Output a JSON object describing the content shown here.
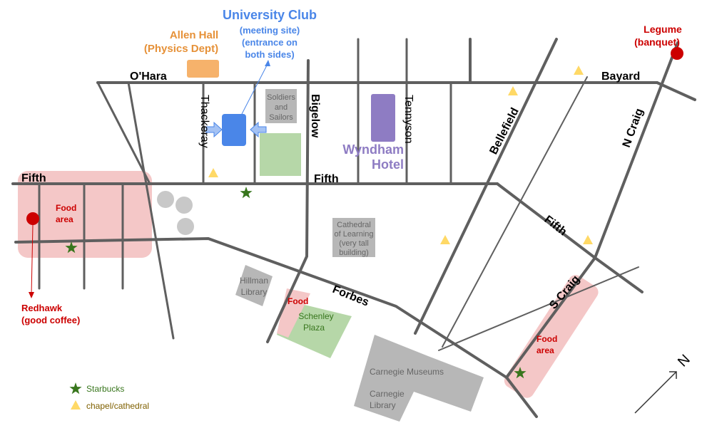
{
  "colors": {
    "road": "#5f5f5f",
    "food_area": "#f4c7c7",
    "building_gray": "#b7b7b7",
    "allen_hall": "#f6b26b",
    "university_club": "#4a86e8",
    "wyndham": "#8e7cc3",
    "green_space": "#b6d7a8",
    "red_marker": "#cc0000",
    "starbucks": "#38761d",
    "chapel": "#ffd966",
    "label_red": "#cc0000",
    "label_orange": "#e69138",
    "label_blue": "#4a86e8",
    "label_purple": "#8e7cc3",
    "label_gray": "#666666",
    "label_green": "#38761d",
    "text_dark": "#000000"
  },
  "streets": {
    "ohara": "O'Hara",
    "bayard": "Bayard",
    "fifth_west": "Fifth",
    "fifth_mid": "Fifth",
    "fifth_east": "Fifth",
    "forbes": "Forbes",
    "thackeray": "Thackeray",
    "bigelow": "Bigelow",
    "tennyson": "Tennyson",
    "bellefield": "Bellefield",
    "n_craig": "N Craig",
    "s_craig": "S Craig"
  },
  "places": {
    "university_club": {
      "title": "University Club",
      "line1": "(meeting site)",
      "line2": "(entrance on",
      "line3": "both sides)"
    },
    "allen_hall": {
      "line1": "Allen Hall",
      "line2": "(Physics Dept)"
    },
    "legume": {
      "line1": "Legume",
      "line2": "(banquet)"
    },
    "redhawk": {
      "line1": "Redhawk",
      "line2": "(good coffee)"
    },
    "wyndham": {
      "line1": "Wyndham",
      "line2": "Hotel"
    },
    "soldiers_sailors": {
      "line1": "Soldiers",
      "line2": "and",
      "line3": "Sailors"
    },
    "cathedral_of_learning": {
      "line1": "Cathedral",
      "line2": "of Learning",
      "line3": "(very tall",
      "line4": "building)"
    },
    "hillman_library": {
      "line1": "Hillman",
      "line2": "Library"
    },
    "schenley_plaza": {
      "line1": "Schenley",
      "line2": "Plaza"
    },
    "carnegie_museums": "Carnegie Museums",
    "carnegie_library": {
      "line1": "Carnegie",
      "line2": "Library"
    },
    "food_west": {
      "line1": "Food",
      "line2": "area"
    },
    "food_plaza": "Food",
    "food_east": {
      "line1": "Food",
      "line2": "area"
    }
  },
  "legend": {
    "starbucks": "Starbucks",
    "chapel": "chapel/cathedral"
  },
  "compass": {
    "label": "N",
    "icon": "north-arrow-icon"
  }
}
